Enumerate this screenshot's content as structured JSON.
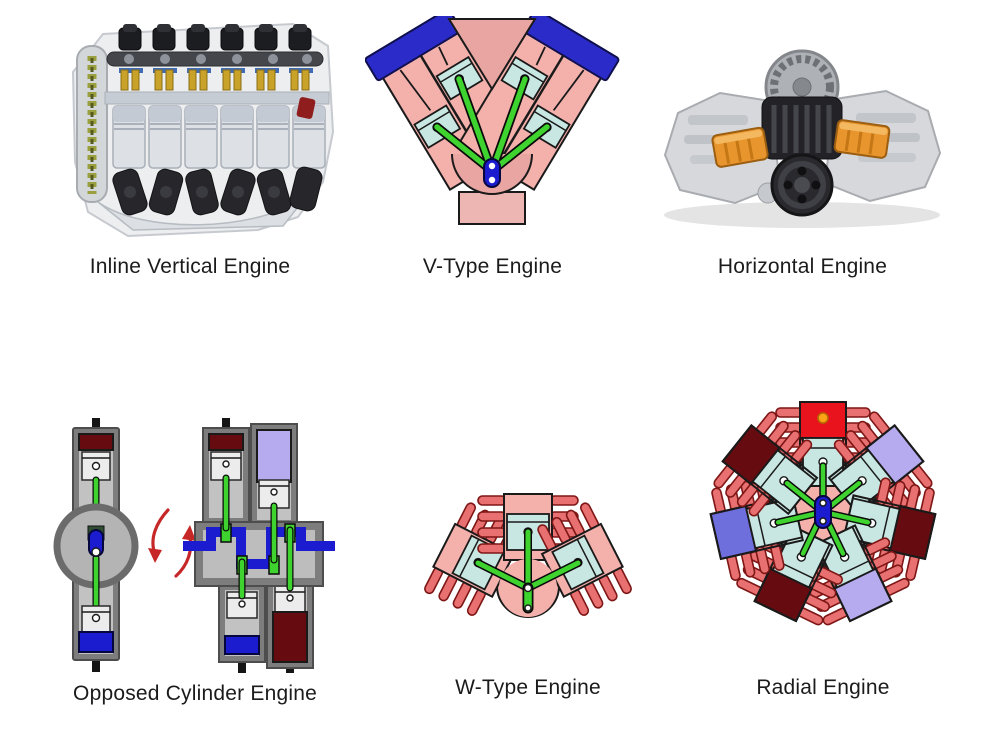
{
  "page": {
    "background": "#ffffff"
  },
  "figures": [
    {
      "name": "inline-vertical-engine",
      "label": "Inline Vertical Engine"
    },
    {
      "name": "v-type-engine",
      "label": "V-Type Engine"
    },
    {
      "name": "horizontal-engine",
      "label": "Horizontal Engine"
    },
    {
      "name": "opposed-cylinder-engine",
      "label": "Opposed Cylinder Engine"
    },
    {
      "name": "w-type-engine",
      "label": "W-Type Engine"
    },
    {
      "name": "radial-engine",
      "label": "Radial Engine"
    }
  ],
  "colors": {
    "page_bg": "#ffffff",
    "label_text": "#1b1b1b",
    "diagram_pink": "#f4b1ac",
    "diagram_pink_dark": "#e9a5a2",
    "diagram_pink_base": "#eeb6b3",
    "valve_cover_blue": "#2b2bc9",
    "crank_blue": "#1b1bcf",
    "rod_green": "#3ed32e",
    "piston_cyan": "#c9e7e2",
    "fin_red": "#e87070",
    "chamber_red": "#e8131c",
    "chamber_maroon": "#660c11",
    "chamber_lavender": "#b5abee",
    "chamber_violet": "#6e6edd",
    "spark_orange": "#ffa216",
    "cylinder_gray": "#c2c2c2",
    "casing_gray": "#7d7d7d",
    "arrow_red": "#c62828",
    "metal_silver": "#d9dbdf",
    "metal_dark": "#26262a",
    "piston_orange": "#e8952e"
  }
}
